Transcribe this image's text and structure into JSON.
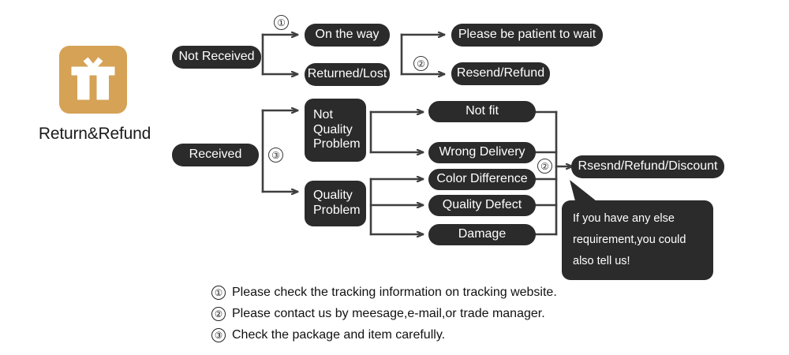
{
  "brand": {
    "label": "Return&Refund",
    "icon": "gift-icon",
    "color": "#d5a256"
  },
  "theme": {
    "pill_bg": "#2b2b2b",
    "pill_text": "#ffffff",
    "wire": "#3f3f3f",
    "page_bg": "#ffffff"
  },
  "branch_not_received": {
    "root": "Not Received",
    "marker": "①",
    "options": [
      {
        "label": "On the way",
        "result": "Please be patient to wait"
      },
      {
        "label": "Returned/Lost",
        "result": "Resend/Refund"
      }
    ],
    "result_marker": "②"
  },
  "branch_received": {
    "root": "Received",
    "marker": "③",
    "categories": [
      {
        "label": "Not\nQuality\nProblem",
        "reasons": [
          "Not fit",
          "Wrong Delivery"
        ]
      },
      {
        "label": "Quality\nProblem",
        "reasons": [
          "Color Difference",
          "Quality Defect",
          "Damage"
        ]
      }
    ],
    "result_marker": "②",
    "result": "Rsesnd/Refund/Discount"
  },
  "callout": {
    "lines": [
      "If you have any else",
      "requirement,you could",
      "also tell us!"
    ]
  },
  "footnotes": [
    {
      "num": "①",
      "text": "Please check the tracking information on tracking website."
    },
    {
      "num": "②",
      "text": "Please contact us by meesage,e-mail,or trade manager."
    },
    {
      "num": "③",
      "text": "Check the package and item carefully."
    }
  ]
}
